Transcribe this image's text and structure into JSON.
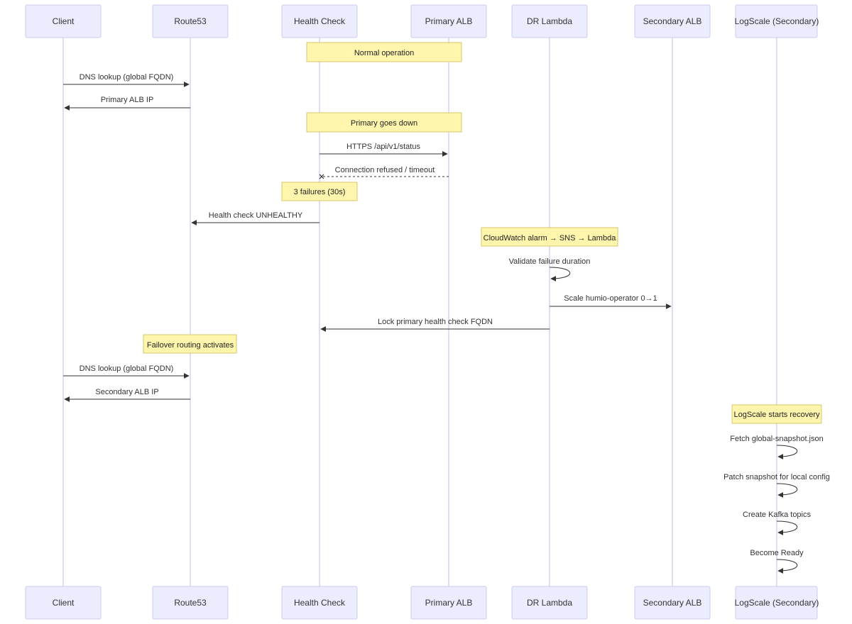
{
  "participants": [
    {
      "id": "client",
      "label": "Client"
    },
    {
      "id": "route53",
      "label": "Route53"
    },
    {
      "id": "health_check",
      "label": "Health Check"
    },
    {
      "id": "primary_alb",
      "label": "Primary ALB"
    },
    {
      "id": "dr_lambda",
      "label": "DR Lambda"
    },
    {
      "id": "secondary_alb",
      "label": "Secondary ALB"
    },
    {
      "id": "logscale_secondary",
      "label": "LogScale (Secondary)"
    }
  ],
  "notes": [
    {
      "id": "note-normal-operation",
      "text": "Normal operation"
    },
    {
      "id": "note-primary-goes-down",
      "text": "Primary goes down"
    },
    {
      "id": "note-three-failures",
      "text": "3 failures (30s)"
    },
    {
      "id": "note-cloudwatch-alarm",
      "text": "CloudWatch alarm → SNS → Lambda"
    },
    {
      "id": "note-failover-routing",
      "text": "Failover routing activates"
    },
    {
      "id": "note-logscale-recovery",
      "text": "LogScale starts recovery"
    }
  ],
  "messages": [
    {
      "id": "msg-dns-lookup-1",
      "text": "DNS lookup (global FQDN)",
      "from": "client",
      "to": "route53",
      "style": "solid"
    },
    {
      "id": "msg-primary-alb-ip",
      "text": "Primary ALB IP",
      "from": "route53",
      "to": "client",
      "style": "solid"
    },
    {
      "id": "msg-https-status",
      "text": "HTTPS /api/v1/status",
      "from": "health_check",
      "to": "primary_alb",
      "style": "solid"
    },
    {
      "id": "msg-connection-refused",
      "text": "Connection refused / timeout",
      "from": "primary_alb",
      "to": "health_check",
      "style": "dashed-cross"
    },
    {
      "id": "msg-health-unhealthy",
      "text": "Health check UNHEALTHY",
      "from": "health_check",
      "to": "route53",
      "style": "solid"
    },
    {
      "id": "msg-validate-failure",
      "text": "Validate failure duration",
      "from": "dr_lambda",
      "to": "dr_lambda",
      "style": "self"
    },
    {
      "id": "msg-scale-operator",
      "text": "Scale humio-operator 0→1",
      "from": "dr_lambda",
      "to": "secondary_alb",
      "style": "solid"
    },
    {
      "id": "msg-lock-primary",
      "text": "Lock primary health check FQDN",
      "from": "dr_lambda",
      "to": "health_check",
      "style": "solid"
    },
    {
      "id": "msg-dns-lookup-2",
      "text": "DNS lookup (global FQDN)",
      "from": "client",
      "to": "route53",
      "style": "solid"
    },
    {
      "id": "msg-secondary-alb-ip",
      "text": "Secondary ALB IP",
      "from": "route53",
      "to": "client",
      "style": "solid"
    },
    {
      "id": "msg-fetch-snapshot",
      "text": "Fetch global-snapshot.json",
      "from": "logscale_secondary",
      "to": "logscale_secondary",
      "style": "self"
    },
    {
      "id": "msg-patch-snapshot",
      "text": "Patch snapshot for local config",
      "from": "logscale_secondary",
      "to": "logscale_secondary",
      "style": "self"
    },
    {
      "id": "msg-create-kafka",
      "text": "Create Kafka topics",
      "from": "logscale_secondary",
      "to": "logscale_secondary",
      "style": "self"
    },
    {
      "id": "msg-become-ready",
      "text": "Become Ready",
      "from": "logscale_secondary",
      "to": "logscale_secondary",
      "style": "self"
    }
  ],
  "colors": {
    "actor_fill": "#ececff",
    "actor_stroke": "#ccccee",
    "note_fill": "#fff5ad",
    "note_stroke": "#d6c86c",
    "line": "#333333"
  }
}
